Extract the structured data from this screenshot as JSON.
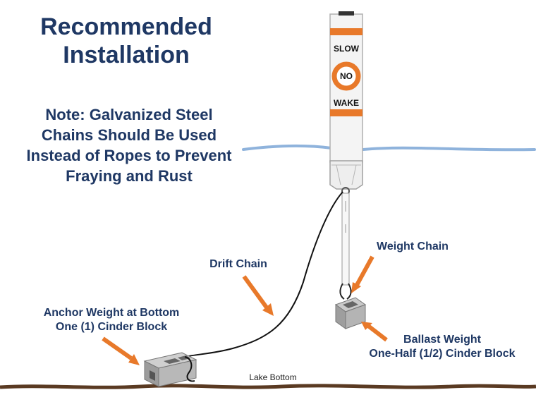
{
  "title": {
    "line1": "Recommended",
    "line2": "Installation"
  },
  "note": {
    "lines": [
      "Note: Galvanized Steel",
      "Chains Should Be Used",
      "Instead of Ropes to Prevent",
      "Fraying and Rust"
    ]
  },
  "buoy": {
    "top_text": "SLOW",
    "center_text": "NO",
    "bottom_text": "WAKE"
  },
  "labels": {
    "drift_chain": "Drift Chain",
    "weight_chain": "Weight Chain",
    "anchor": {
      "line1": "Anchor Weight at Bottom",
      "line2": "One (1) Cinder Block"
    },
    "ballast": {
      "line1": "Ballast Weight",
      "line2": "One-Half (1/2) Cinder Block"
    },
    "lake_bottom": "Lake Bottom"
  },
  "colors": {
    "title": "#1f3864",
    "accent_orange": "#e8792a",
    "water": "#8fb3dc",
    "ground": "#5a3a22",
    "buoy_body": "#f4f4f4",
    "block": "#a9a9a9"
  }
}
